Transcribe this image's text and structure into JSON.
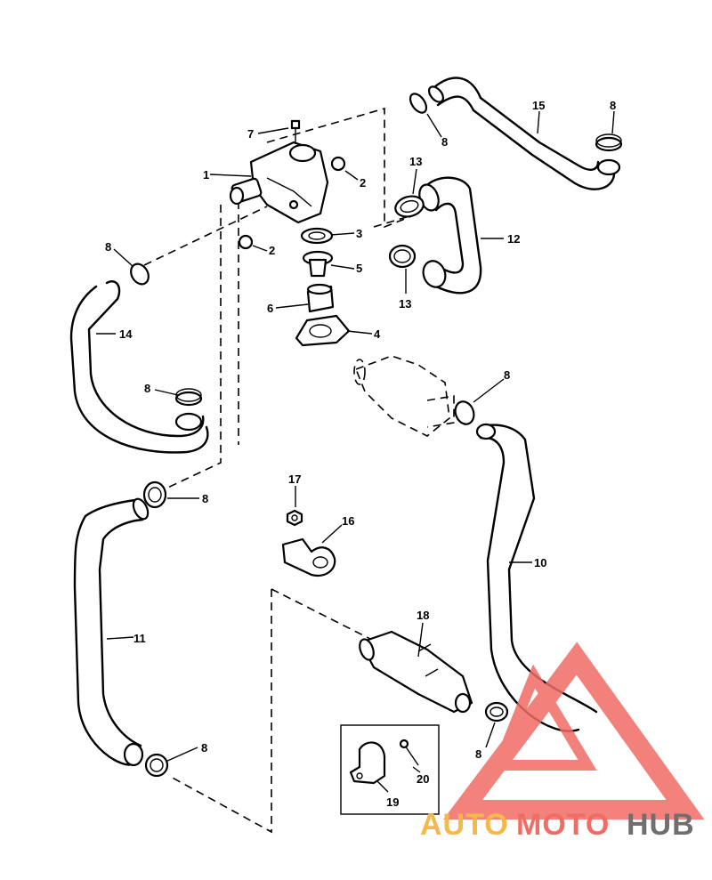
{
  "callouts": {
    "c1": "1",
    "c2a": "2",
    "c2b": "2",
    "c3": "3",
    "c4": "4",
    "c5": "5",
    "c6": "6",
    "c7": "7",
    "c8_top_right": "8",
    "c8_top_mid": "8",
    "c8_left_upper": "8",
    "c8_left_hose14": "8",
    "c8_mid": "8",
    "c8_left_lower": "8",
    "c8_bottom_left": "8",
    "c8_bottom_right": "8",
    "c10": "10",
    "c11": "11",
    "c12": "12",
    "c13a": "13",
    "c13b": "13",
    "c14": "14",
    "c15": "15",
    "c16": "16",
    "c17": "17",
    "c18": "18",
    "c19": "19",
    "c20": "20"
  },
  "watermark": {
    "auto": "AUTO",
    "moto": "MOTO",
    "hub": "HUB",
    "triangle_color": "#f06c64"
  }
}
